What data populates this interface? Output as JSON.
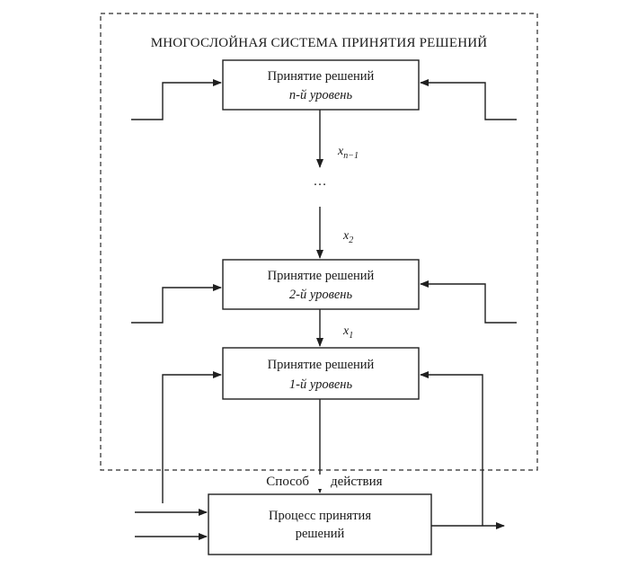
{
  "system_title": "МНОГОСЛОЙНАЯ СИСТЕМА ПРИНЯТИЯ РЕШЕНИЙ",
  "levels": [
    {
      "line1": "Принятие решений",
      "line2": "n-й уровень"
    },
    {
      "line1": "Принятие решений",
      "line2": "2-й уровень"
    },
    {
      "line1": "Принятие решений",
      "line2": "1-й уровень"
    }
  ],
  "variables": {
    "x_n1": {
      "base": "x",
      "sub": "n−1"
    },
    "x_2": {
      "base": "x",
      "sub": "2"
    },
    "x_1": {
      "base": "x",
      "sub": "1"
    }
  },
  "ellipsis": "…",
  "action_label": {
    "left": "Способ",
    "right": "действия"
  },
  "process": {
    "line1": "Процесс принятия",
    "line2": "решений"
  },
  "colors": {
    "ink": "#1f1f1f",
    "background": "#ffffff"
  }
}
